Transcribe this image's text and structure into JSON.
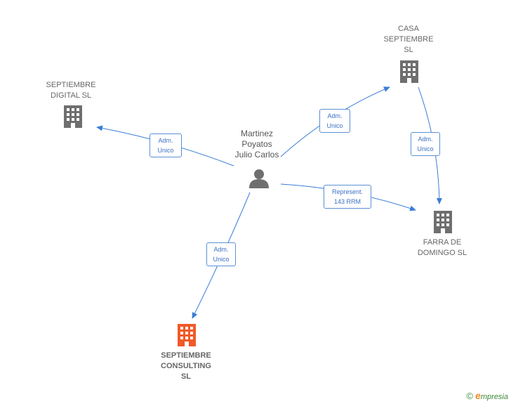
{
  "nodes": {
    "person": {
      "label": "Martinez\nPoyatos\nJulio Carlos"
    },
    "digital": {
      "label": "SEPTIEMBRE\nDIGITAL  SL"
    },
    "casa": {
      "label": "CASA\nSEPTIEMBRE\nSL"
    },
    "farra": {
      "label": "FARRA DE\nDOMINGO  SL"
    },
    "consulting": {
      "label": "SEPTIEMBRE\nCONSULTING\nSL"
    }
  },
  "edges": {
    "to_digital": "Adm.\nUnico",
    "to_casa": "Adm.\nUnico",
    "casa_to_farra": "Adm.\nUnico",
    "to_farra": "Represent.\n143 RRM",
    "to_consulting": "Adm.\nUnico"
  },
  "colors": {
    "edge": "#3b7dd8",
    "building_gray": "#6f6f6f",
    "building_main": "#f05a28",
    "person": "#6f6f6f"
  },
  "footer": {
    "copyright": "©",
    "brand_e": "e",
    "brand_rest": "mpresia"
  }
}
